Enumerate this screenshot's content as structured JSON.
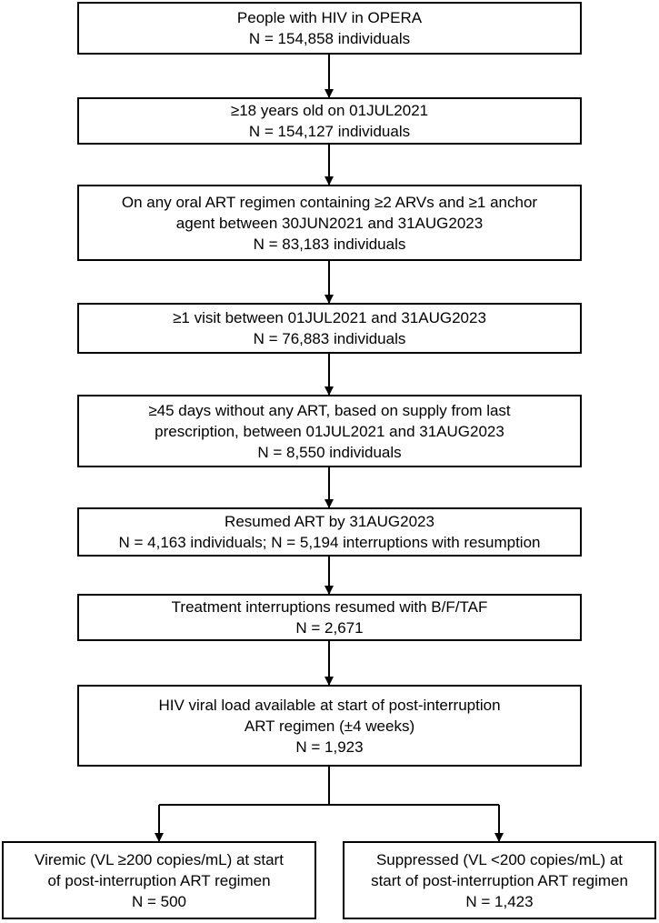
{
  "flowchart": {
    "steps": [
      {
        "lines": [
          "People with HIV in OPERA",
          "N = 154,858 individuals"
        ]
      },
      {
        "lines": [
          "≥18 years old on 01JUL2021",
          "N = 154,127 individuals"
        ]
      },
      {
        "lines": [
          "On any oral ART regimen containing ≥2 ARVs and ≥1 anchor",
          "agent between 30JUN2021 and 31AUG2023",
          "N = 83,183 individuals"
        ]
      },
      {
        "lines": [
          "≥1 visit between 01JUL2021 and 31AUG2023",
          "N = 76,883 individuals"
        ]
      },
      {
        "lines": [
          "≥45 days without any ART, based on supply from last",
          "prescription, between 01JUL2021 and 31AUG2023",
          "N = 8,550 individuals"
        ]
      },
      {
        "lines": [
          "Resumed ART by 31AUG2023",
          "N = 4,163 individuals; N = 5,194 interruptions with resumption"
        ]
      },
      {
        "lines": [
          "Treatment interruptions resumed with B/F/TAF",
          "N = 2,671"
        ]
      },
      {
        "lines": [
          "HIV viral load available at start of post-interruption",
          "ART regimen (±4 weeks)",
          "N = 1,923"
        ]
      }
    ],
    "branches": [
      {
        "lines": [
          "Viremic (VL ≥200 copies/mL) at start",
          "of post-interruption ART regimen",
          "N = 500"
        ]
      },
      {
        "lines": [
          "Suppressed (VL <200 copies/mL) at",
          "start of post-interruption ART regimen",
          "N = 1,423"
        ]
      }
    ]
  }
}
